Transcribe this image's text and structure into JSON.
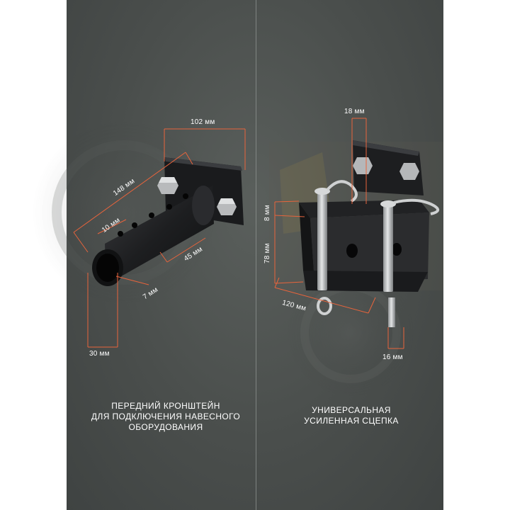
{
  "left_product": {
    "caption_lines": [
      "ПЕРЕДНИЙ КРОНШТЕЙН",
      "ДЛЯ ПОДКЛЮЧЕНИЯ НАВЕСНОГО",
      "ОБОРУДОВАНИЯ"
    ],
    "dimensions": {
      "plate_width": "102 мм",
      "length": "148 мм",
      "hole_spacing": "10 мм",
      "offset": "45 мм",
      "hole_diameter": "7 мм",
      "tube_diameter": "30 мм"
    }
  },
  "right_product": {
    "caption_lines": [
      "УНИВЕРСАЛЬНАЯ",
      "УСИЛЕННАЯ СЦЕПКА"
    ],
    "dimensions": {
      "top_width": "18 мм",
      "plate_thickness": "8 мм",
      "height": "78 мм",
      "width": "120 мм",
      "pin_diameter": "16 мм"
    }
  },
  "colors": {
    "background": "#4b4f4d",
    "dimension_lines": "#e8643c",
    "text": "#ffffff",
    "metal": "#1c1d1f"
  }
}
